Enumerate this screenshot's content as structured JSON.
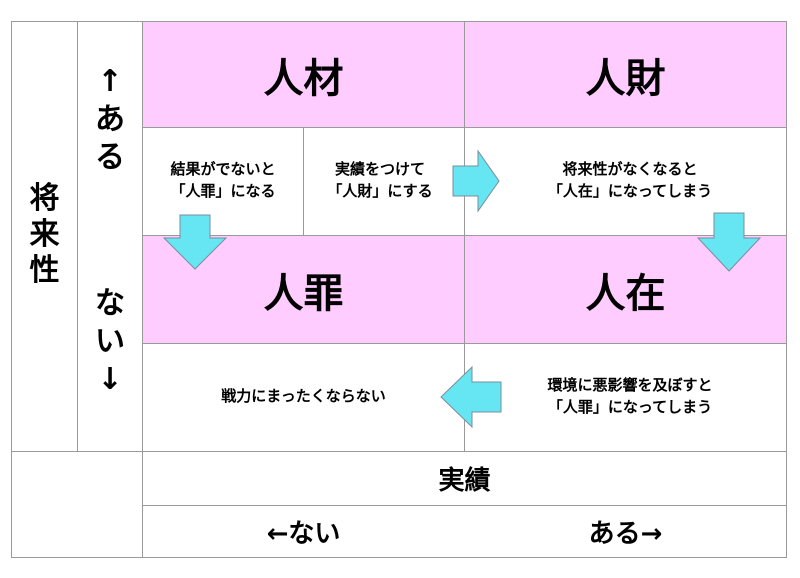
{
  "left_axis": {
    "title_chars": [
      "将",
      "来",
      "性"
    ],
    "top_chars": [
      "↑",
      "あ",
      "る"
    ],
    "bottom_chars": [
      "な",
      "い",
      "↓"
    ]
  },
  "quadrants": {
    "top_left": {
      "title": "人材"
    },
    "top_right": {
      "title": "人財"
    },
    "bottom_left": {
      "title": "人罪"
    },
    "bottom_right": {
      "title": "人在"
    }
  },
  "transitions": {
    "zai_to_zai_left": {
      "line1": "結果がでないと",
      "line2": "「人罪」になる"
    },
    "zai_to_zai_right": {
      "line1": "実績をつけて",
      "line2": "「人財」にする"
    },
    "zai_to_sonzai": {
      "line1": "将来性がなくなると",
      "line2": "「人在」になってしまう"
    },
    "sonzai_to_zai": {
      "line1": "環境に悪影響を及ぼすと",
      "line2": "「人罪」になってしまう"
    },
    "zai_stays": {
      "line1": "戦力にまったくならない"
    }
  },
  "bottom_axis": {
    "title": "実績",
    "left": "←ない",
    "right": "ある→"
  },
  "colors": {
    "pink": "#ffccff",
    "arrow": "#66e6f2",
    "grid": "#9a9a9a"
  }
}
